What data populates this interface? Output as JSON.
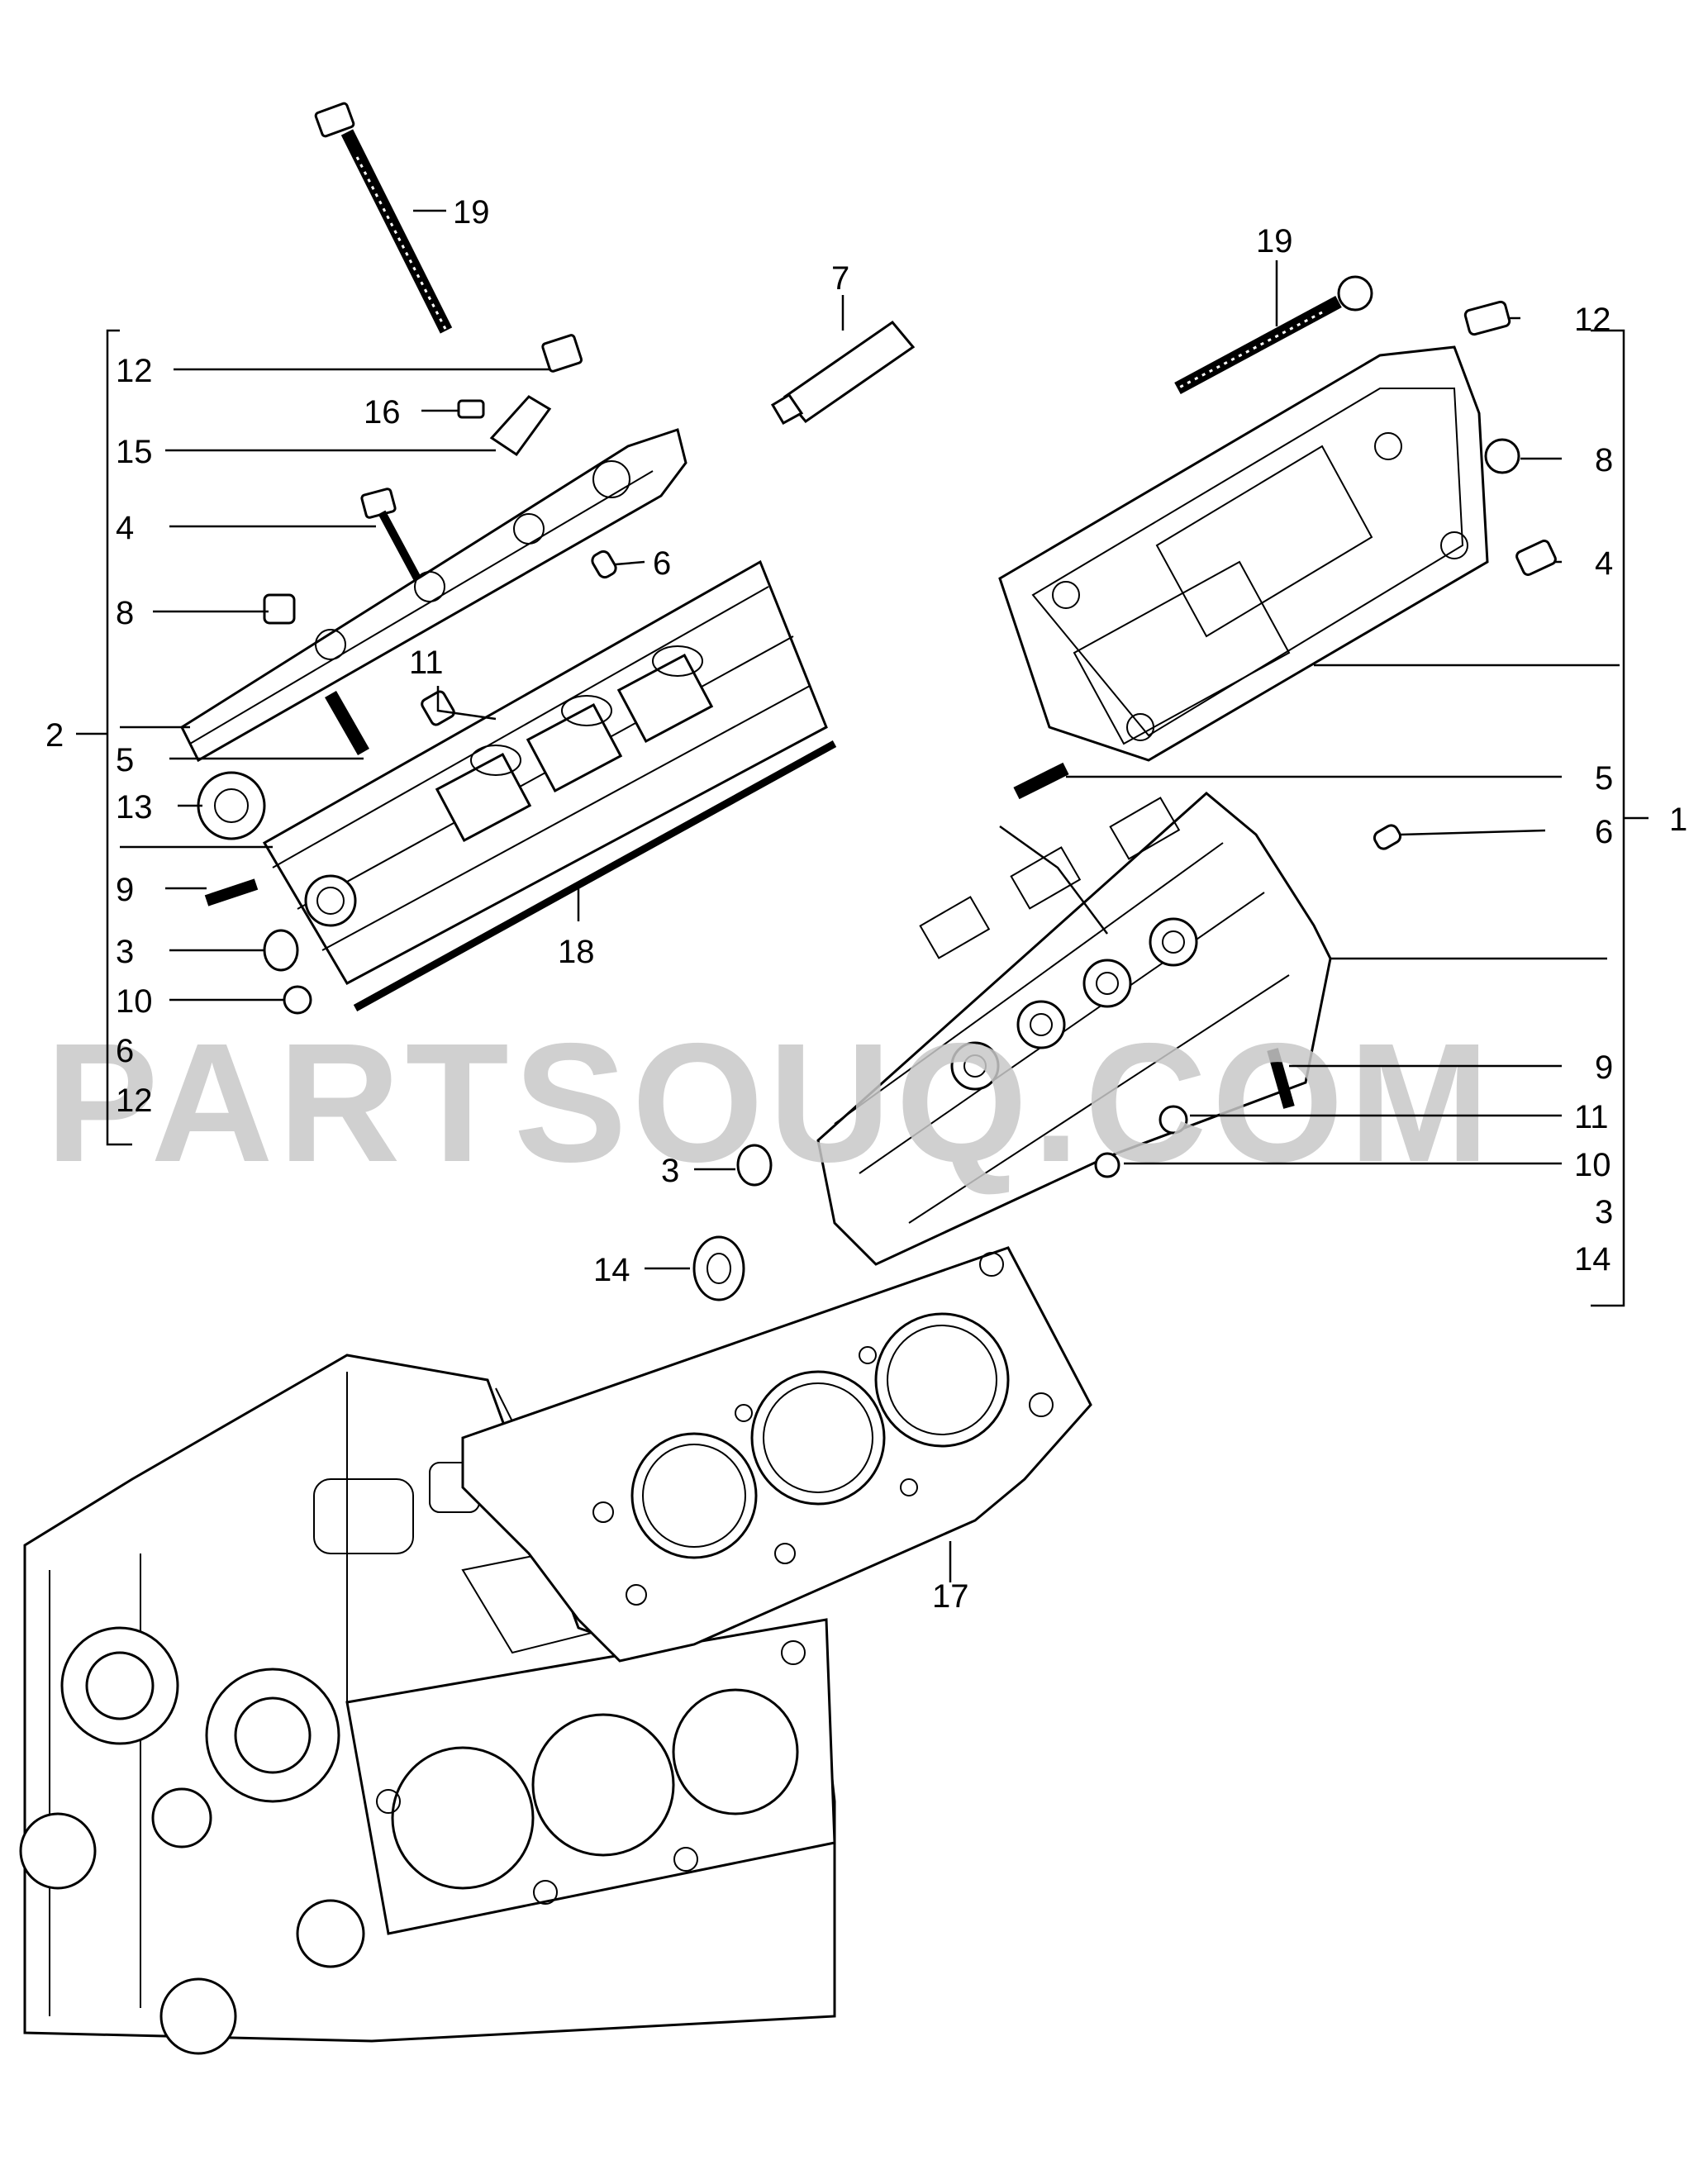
{
  "watermark": "PARTSOUQ.COM",
  "callouts_left": [
    "12",
    "16",
    "15",
    "4",
    "8",
    "2",
    "5",
    "13",
    "9",
    "3",
    "10",
    "6",
    "12"
  ],
  "callouts_right": [
    "12",
    "8",
    "4",
    "5",
    "6",
    "1",
    "9",
    "11",
    "10",
    "3",
    "14"
  ],
  "callouts_center": [
    "19",
    "19",
    "7",
    "6",
    "11",
    "18",
    "3",
    "14",
    "17"
  ]
}
